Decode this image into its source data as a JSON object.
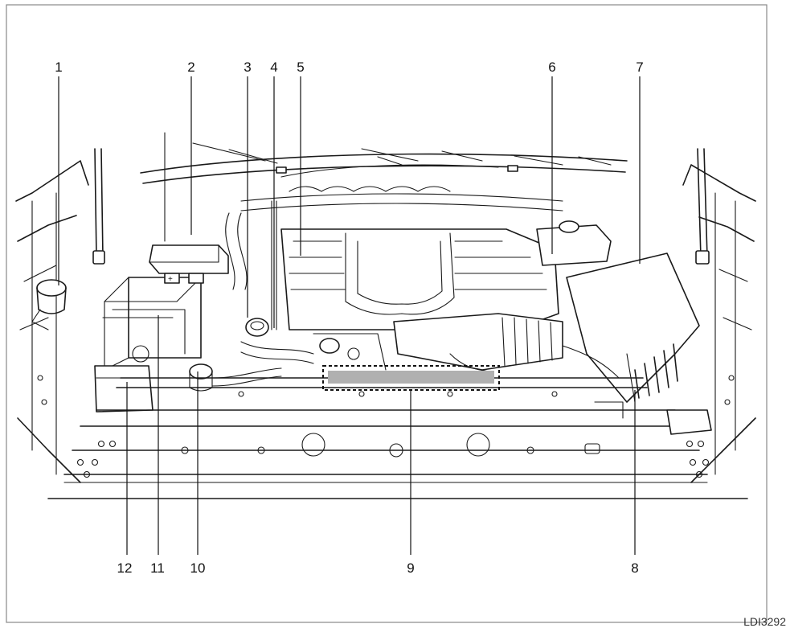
{
  "figure": {
    "reference_code": "LDI3292",
    "callouts": [
      "1",
      "2",
      "3",
      "4",
      "5",
      "6",
      "7",
      "8",
      "9",
      "10",
      "11",
      "12"
    ]
  },
  "colors": {
    "line": "#1a1a1a",
    "frame": "#888888",
    "highlight_band": "#b0b0b0",
    "background": "#ffffff"
  }
}
